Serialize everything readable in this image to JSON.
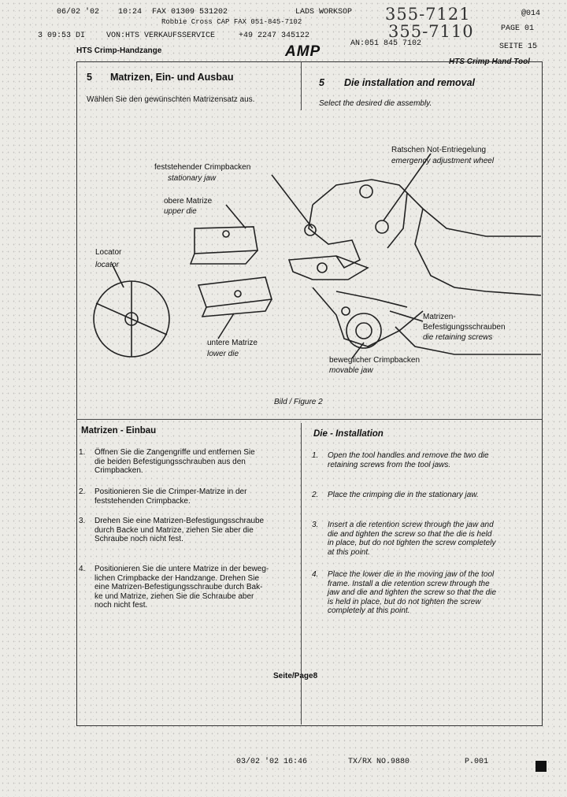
{
  "fax_header": {
    "line1": {
      "date": "06/02 '02",
      "time": "10:24",
      "fax": "FAX 01309 531202",
      "company": "LADS WORKSOP",
      "page": "@014"
    },
    "line1b": "Robbie Cross CAP  FAX 051-845-7102",
    "line2": {
      "time": "3 09:53 DI",
      "sender": "VON:HTS VERKAUFSSERVICE",
      "phone": "+49 2247 345122",
      "an": "AN:051 845 7102",
      "page": "PAGE 01"
    }
  },
  "handwritten": {
    "number1": "355-7121",
    "number2": "355-7110"
  },
  "doc_header": {
    "left": "HTS Crimp-Handzange",
    "logo": "AMP",
    "page_de": "SEITE 15",
    "right": "HTS Crimp Hand Tool"
  },
  "section_de": {
    "number": "5",
    "title": "Matrizen, Ein- und Ausbau",
    "intro": "Wählen Sie den gewünschten Matrizensatz aus."
  },
  "section_en": {
    "number": "5",
    "title": "Die installation and removal",
    "intro": "Select the desired die assembly."
  },
  "figure": {
    "labels": {
      "ratchet_de": "Ratschen Not-Entriegelung",
      "ratchet_en": "emergency adjustment wheel",
      "stat_jaw_de": "feststehender Crimpbacken",
      "stat_jaw_en": "stationary jaw",
      "upper_die_de": "obere Matrize",
      "upper_die_en": "upper die",
      "locator_de": "Locator",
      "locator_en": "locator",
      "lower_die_de": "untere Matrize",
      "lower_die_en": "lower die",
      "screws_de1": "Matrizen-",
      "screws_de2": "Befestigungsschrauben",
      "screws_en": "die retaining screws",
      "mov_jaw_de": "beweglicher Crimpbacken",
      "mov_jaw_en": "movable jaw"
    },
    "caption": "Bild / Figure 2"
  },
  "install_de": {
    "title": "Matrizen - Einbau",
    "steps": [
      {
        "n": "1.",
        "lines": [
          "Öffnen Sie die Zangengriffe und entfernen Sie",
          "die beiden Befestigungsschrauben aus den",
          "Crimpbacken."
        ]
      },
      {
        "n": "2.",
        "lines": [
          "Positionieren Sie die Crimper-Matrize in der",
          "feststehenden Crimpbacke."
        ]
      },
      {
        "n": "3.",
        "lines": [
          "Drehen Sie eine Matrizen-Befestigungsschraube",
          "durch Backe und Matrize, ziehen Sie aber die",
          "Schraube noch nicht fest."
        ]
      },
      {
        "n": "4.",
        "lines": [
          "Positionieren Sie die untere Matrize in der beweg-",
          "lichen Crimpbacke der Handzange. Drehen Sie",
          "eine Matrizen-Befestigungsschraube durch Bak-",
          "ke und Matrize, ziehen Sie die Schraube aber",
          "noch nicht fest."
        ]
      }
    ]
  },
  "install_en": {
    "title": "Die - Installation",
    "steps": [
      {
        "n": "1.",
        "lines": [
          "Open the tool handles and remove the two die",
          "retaining screws from the tool jaws."
        ]
      },
      {
        "n": "2.",
        "lines": [
          "Place the crimping die in the stationary jaw."
        ]
      },
      {
        "n": "3.",
        "lines": [
          "Insert a die retention screw through the jaw and",
          "die and tighten the screw so that the die is held",
          "in place, but do not tighten the screw completely",
          "at this point."
        ]
      },
      {
        "n": "4.",
        "lines": [
          "Place the lower die in the moving jaw of the tool",
          "frame. Install a die retention screw through the",
          "jaw and die and tighten the screw so that the die",
          "is held in place, but do not tighten the screw",
          "completely at this point."
        ]
      }
    ]
  },
  "footer_note": "Seite/Page8",
  "fax_footer": {
    "date": "03/02 '02 16:46",
    "txrx": "TX/RX NO.9880",
    "page": "P.001"
  }
}
